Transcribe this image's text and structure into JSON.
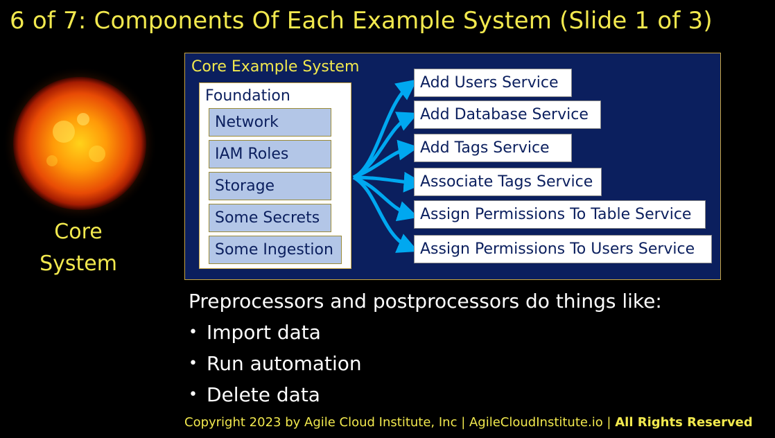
{
  "slide": {
    "title": "6 of 7: Components Of Each Example System (Slide 1 of 3)"
  },
  "sun": {
    "icon": "sun-image",
    "label_line1": "Core",
    "label_line2": "System"
  },
  "core_box": {
    "title": "Core Example System",
    "foundation": {
      "title": "Foundation",
      "components": [
        "Network",
        "IAM Roles",
        "Storage",
        "Some Secrets",
        "Some Ingestion"
      ]
    },
    "services": [
      "Add Users Service",
      "Add Database Service",
      "Add Tags Service",
      "Associate Tags Service",
      "Assign Permissions To Table Service",
      "Assign Permissions To Users Service"
    ]
  },
  "notes": {
    "heading": "Preprocessors and postprocessors do things like:",
    "bullets": [
      "Import data",
      "Run automation",
      "Delete data"
    ]
  },
  "footer": {
    "copyright": "Copyright 2023 by Agile Cloud Institute, Inc | AgileCloudInstitute.io | ",
    "rights": "All Rights Reserved"
  },
  "colors": {
    "background": "#000000",
    "title_yellow": "#f2e94e",
    "navy": "#0b1f5e",
    "component_blue": "#b3c6e7",
    "arrow_blue": "#00a8f0"
  }
}
